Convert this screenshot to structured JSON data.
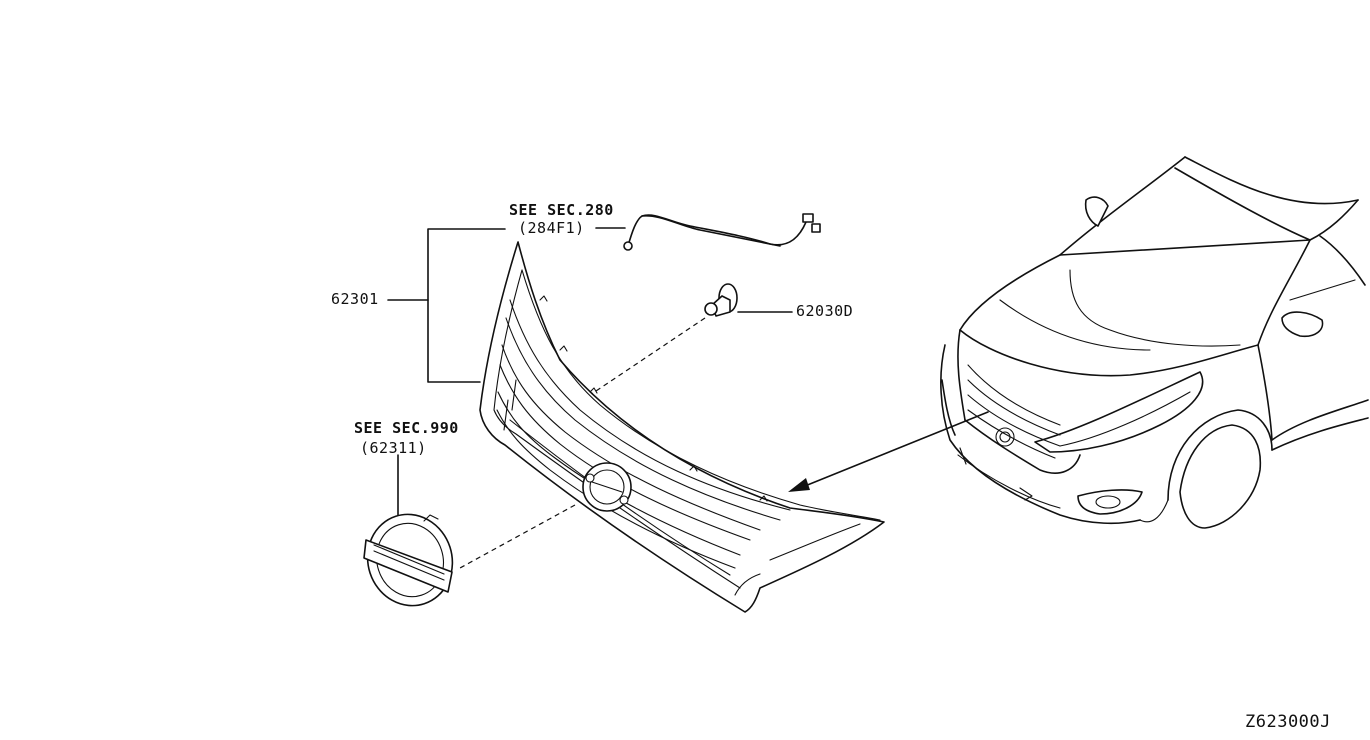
{
  "labels": {
    "part_grille": "62301",
    "part_clip": "62030D",
    "ref_harness_sec": "SEE SEC.280",
    "ref_harness_part": "(284F1)",
    "ref_emblem_sec": "SEE SEC.990",
    "ref_emblem_part": "(62311)",
    "diagram_code": "Z623000J"
  },
  "icons": {
    "grille": "front-grille-icon",
    "clip": "clip-icon",
    "harness": "wire-harness-icon",
    "emblem": "nissan-emblem-icon",
    "car": "car-front-icon"
  }
}
